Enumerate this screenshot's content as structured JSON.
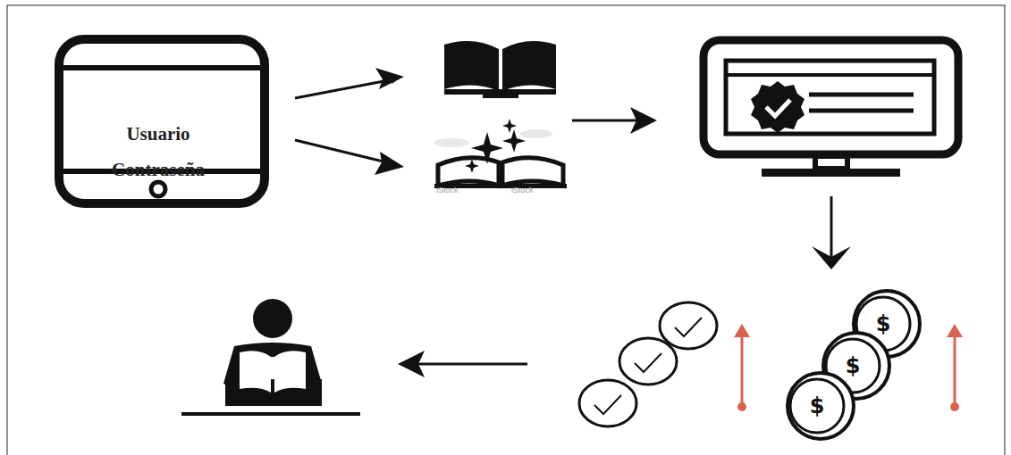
{
  "diagram": {
    "nodes": [
      {
        "text": [
          "Usuario",
          "Contraseña"
        ]
      }
    ],
    "labels": [
      "iStock",
      "iStock",
      "$",
      "$",
      "$"
    ]
  }
}
